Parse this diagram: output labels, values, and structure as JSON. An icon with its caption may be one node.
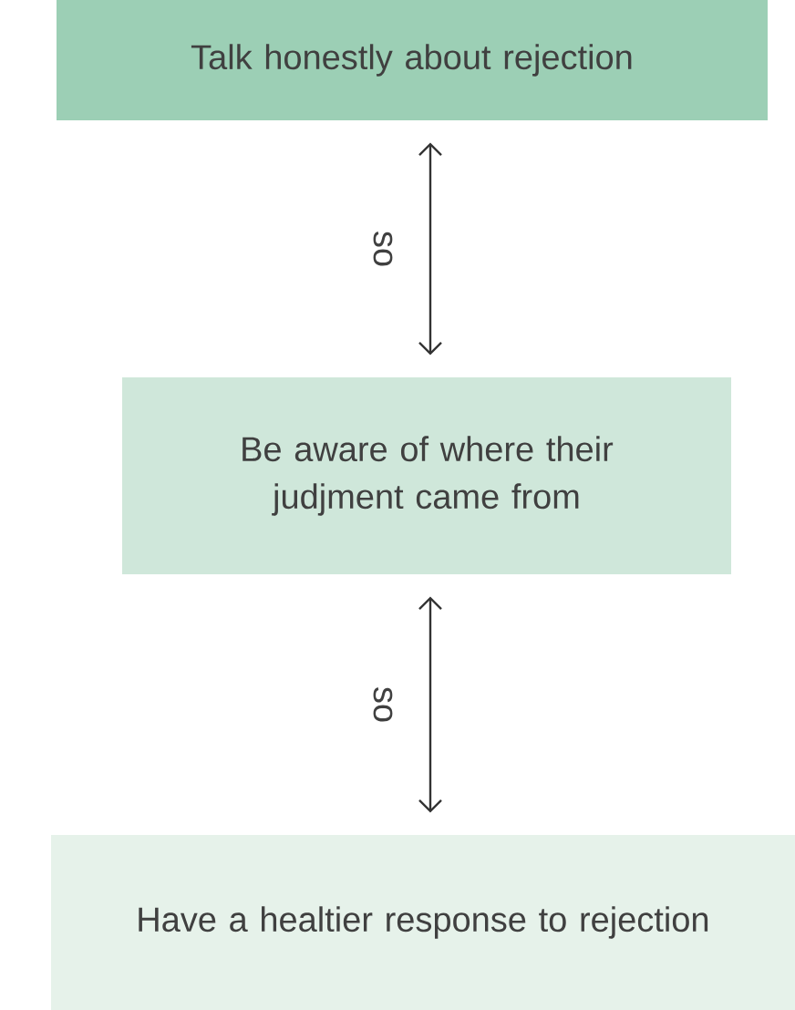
{
  "diagram": {
    "nodes": [
      {
        "text": [
          "Talk honestly about rejection"
        ]
      },
      {
        "text": [
          "Be aware of where their judjment came from"
        ]
      },
      {
        "text": [
          "Have a healtier response to rejection"
        ]
      }
    ],
    "edges": [
      {
        "from": 0,
        "to": 1,
        "arrow": "both",
        "label": "so"
      },
      {
        "from": 1,
        "to": 2,
        "arrow": "both",
        "label": "so"
      }
    ]
  }
}
